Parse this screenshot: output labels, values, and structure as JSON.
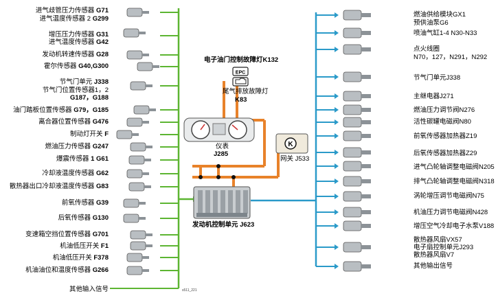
{
  "inputs": [
    {
      "name": "进气歧管压力传感器",
      "code": "G71"
    },
    {
      "name": "进气温度传感器 2",
      "code": "G299"
    },
    {
      "name": "增压压力传感器",
      "code": "G31"
    },
    {
      "name": "进气温度传感器",
      "code": "G42"
    },
    {
      "name": "发动机转速传感器",
      "code": "G28"
    },
    {
      "name": "霍尔传感器",
      "code": "G40,G300"
    },
    {
      "name": "节气门单元",
      "code": "J338"
    },
    {
      "name": "节气门位置传感器1，2",
      "code": ""
    },
    {
      "name": "",
      "code": "G187，G188"
    },
    {
      "name": "油门踏板位置传感器",
      "code": "G79，G185"
    },
    {
      "name": "离合器位置传感器",
      "code": "G476"
    },
    {
      "name": "制动灯开关",
      "code": "F"
    },
    {
      "name": "燃油压力传感器",
      "code": "G247"
    },
    {
      "name": "爆震传感器",
      "code": "1 G61"
    },
    {
      "name": "冷却液温度传感器",
      "code": "G62"
    },
    {
      "name": "散热器出口冷却液温度传感器",
      "code": "G83"
    },
    {
      "name": "前氧传感器",
      "code": "G39"
    },
    {
      "name": "后氧传感器",
      "code": "G130"
    },
    {
      "name": "变速箱空挡位置传感器",
      "code": "G701"
    },
    {
      "name": "机油低压开关",
      "code": "F1"
    },
    {
      "name": "机油低压开关",
      "code": "F378"
    },
    {
      "name": "机油油位和温度传感器",
      "code": "G266"
    },
    {
      "name": "其他输入信号",
      "code": ""
    }
  ],
  "outputs": [
    "燃油供给模块GX1",
    "预供油泵G6",
    "喷油气缸1-4 N30-N33",
    "点火线圈",
    "N70，127，N291，N292",
    "节气门单元J338",
    "主继电器J271",
    "燃油压力调节阀N276",
    "活性碳罐电磁阀N80",
    "前氧传感器加热器Z19",
    "后氧传感器加热器Z29",
    "进气凸轮轴调整电磁阀N205",
    "排气凸轮轴调整电磁阀N318",
    "涡轮增压调节电磁阀N75",
    "机油压力调节电磁阀N428",
    "增压空气冷却电子水泵V188",
    "散热器风扇VX57",
    "电子扇控制单元J293",
    "散热器风扇V7",
    "其他输出信号"
  ],
  "center": {
    "k132_label": "电子油门控制故障灯K132",
    "epc_text": "EPC",
    "k83_line1": "尾气排放故障灯",
    "k83_line2": "K83",
    "cluster_line1": "仪表",
    "cluster_line2": "J285",
    "gateway_label": "网关 J533",
    "gateway_symbol": "K",
    "ecu_label": "发动机控制单元 J623",
    "figure_id": "s511_221"
  },
  "colors": {
    "input_bus": "#5cb531",
    "output_bus": "#2a9ac9",
    "can_bus": "#e8822a"
  }
}
